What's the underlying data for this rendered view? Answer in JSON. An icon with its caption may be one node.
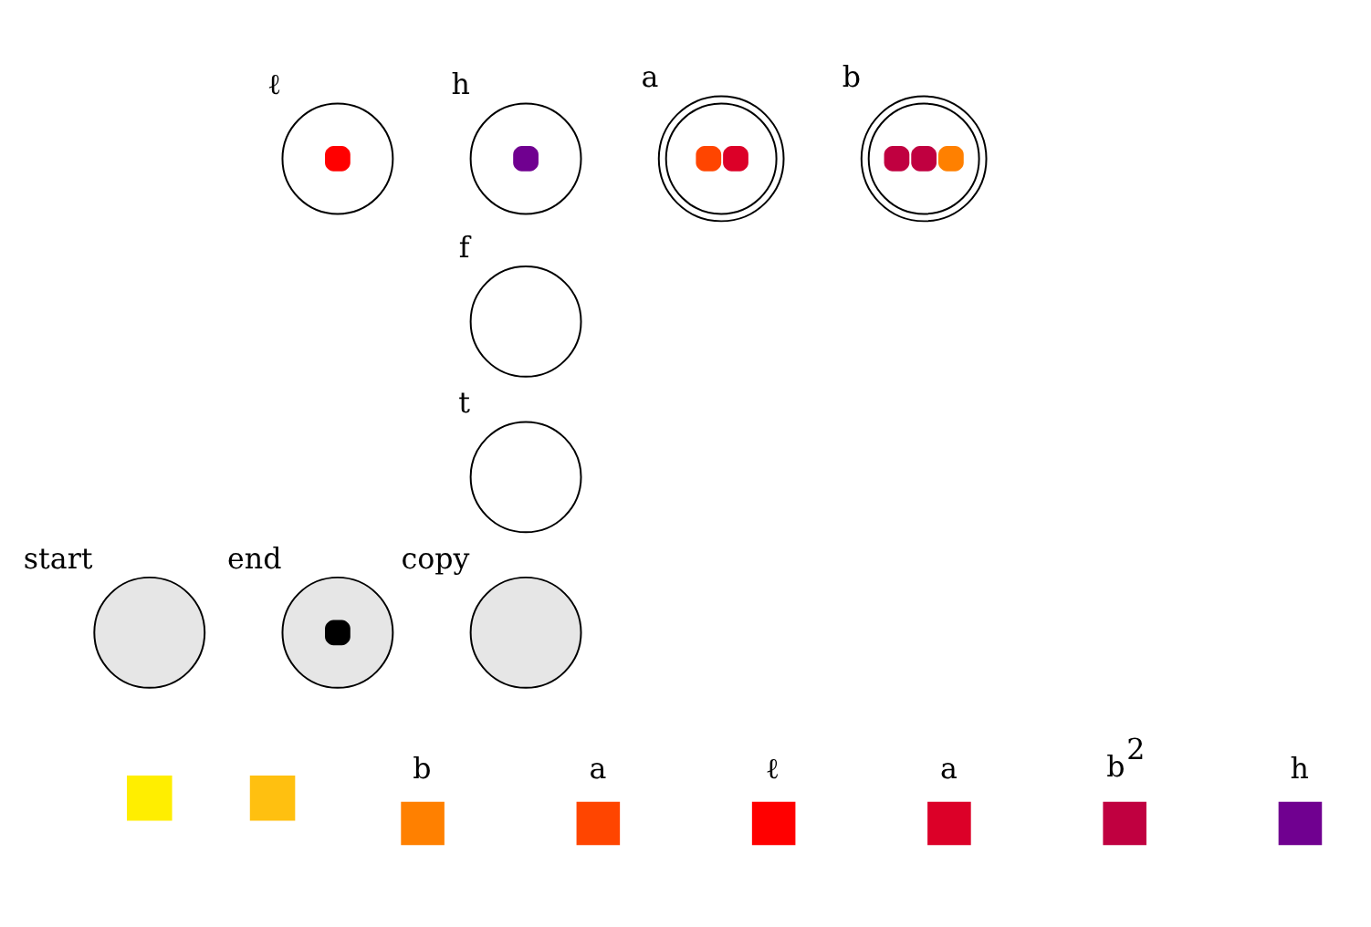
{
  "diagram": {
    "nodes": [
      {
        "text": [
          "ℓ"
        ]
      },
      {
        "text": [
          "h"
        ]
      },
      {
        "text": [
          "a"
        ]
      },
      {
        "text": [
          "b"
        ]
      },
      {
        "text": [
          "f"
        ]
      },
      {
        "text": [
          "t"
        ]
      },
      {
        "text": [
          "start"
        ]
      },
      {
        "text": [
          "end"
        ]
      },
      {
        "text": [
          "copy"
        ]
      },
      {
        "text": [],
        "shape": "box"
      },
      {
        "text": [],
        "shape": "box"
      }
    ],
    "edges": [],
    "legend": [
      {
        "text": "b",
        "color": "#ff8000"
      },
      {
        "text": "a",
        "color": "#ff4500"
      },
      {
        "text": "ℓ",
        "color": "#ff0000"
      },
      {
        "text": "a",
        "color": "#dc0028"
      },
      {
        "text": "b$^{2}$",
        "color": "#c00040"
      },
      {
        "text": "h",
        "color": "#700090"
      }
    ]
  }
}
